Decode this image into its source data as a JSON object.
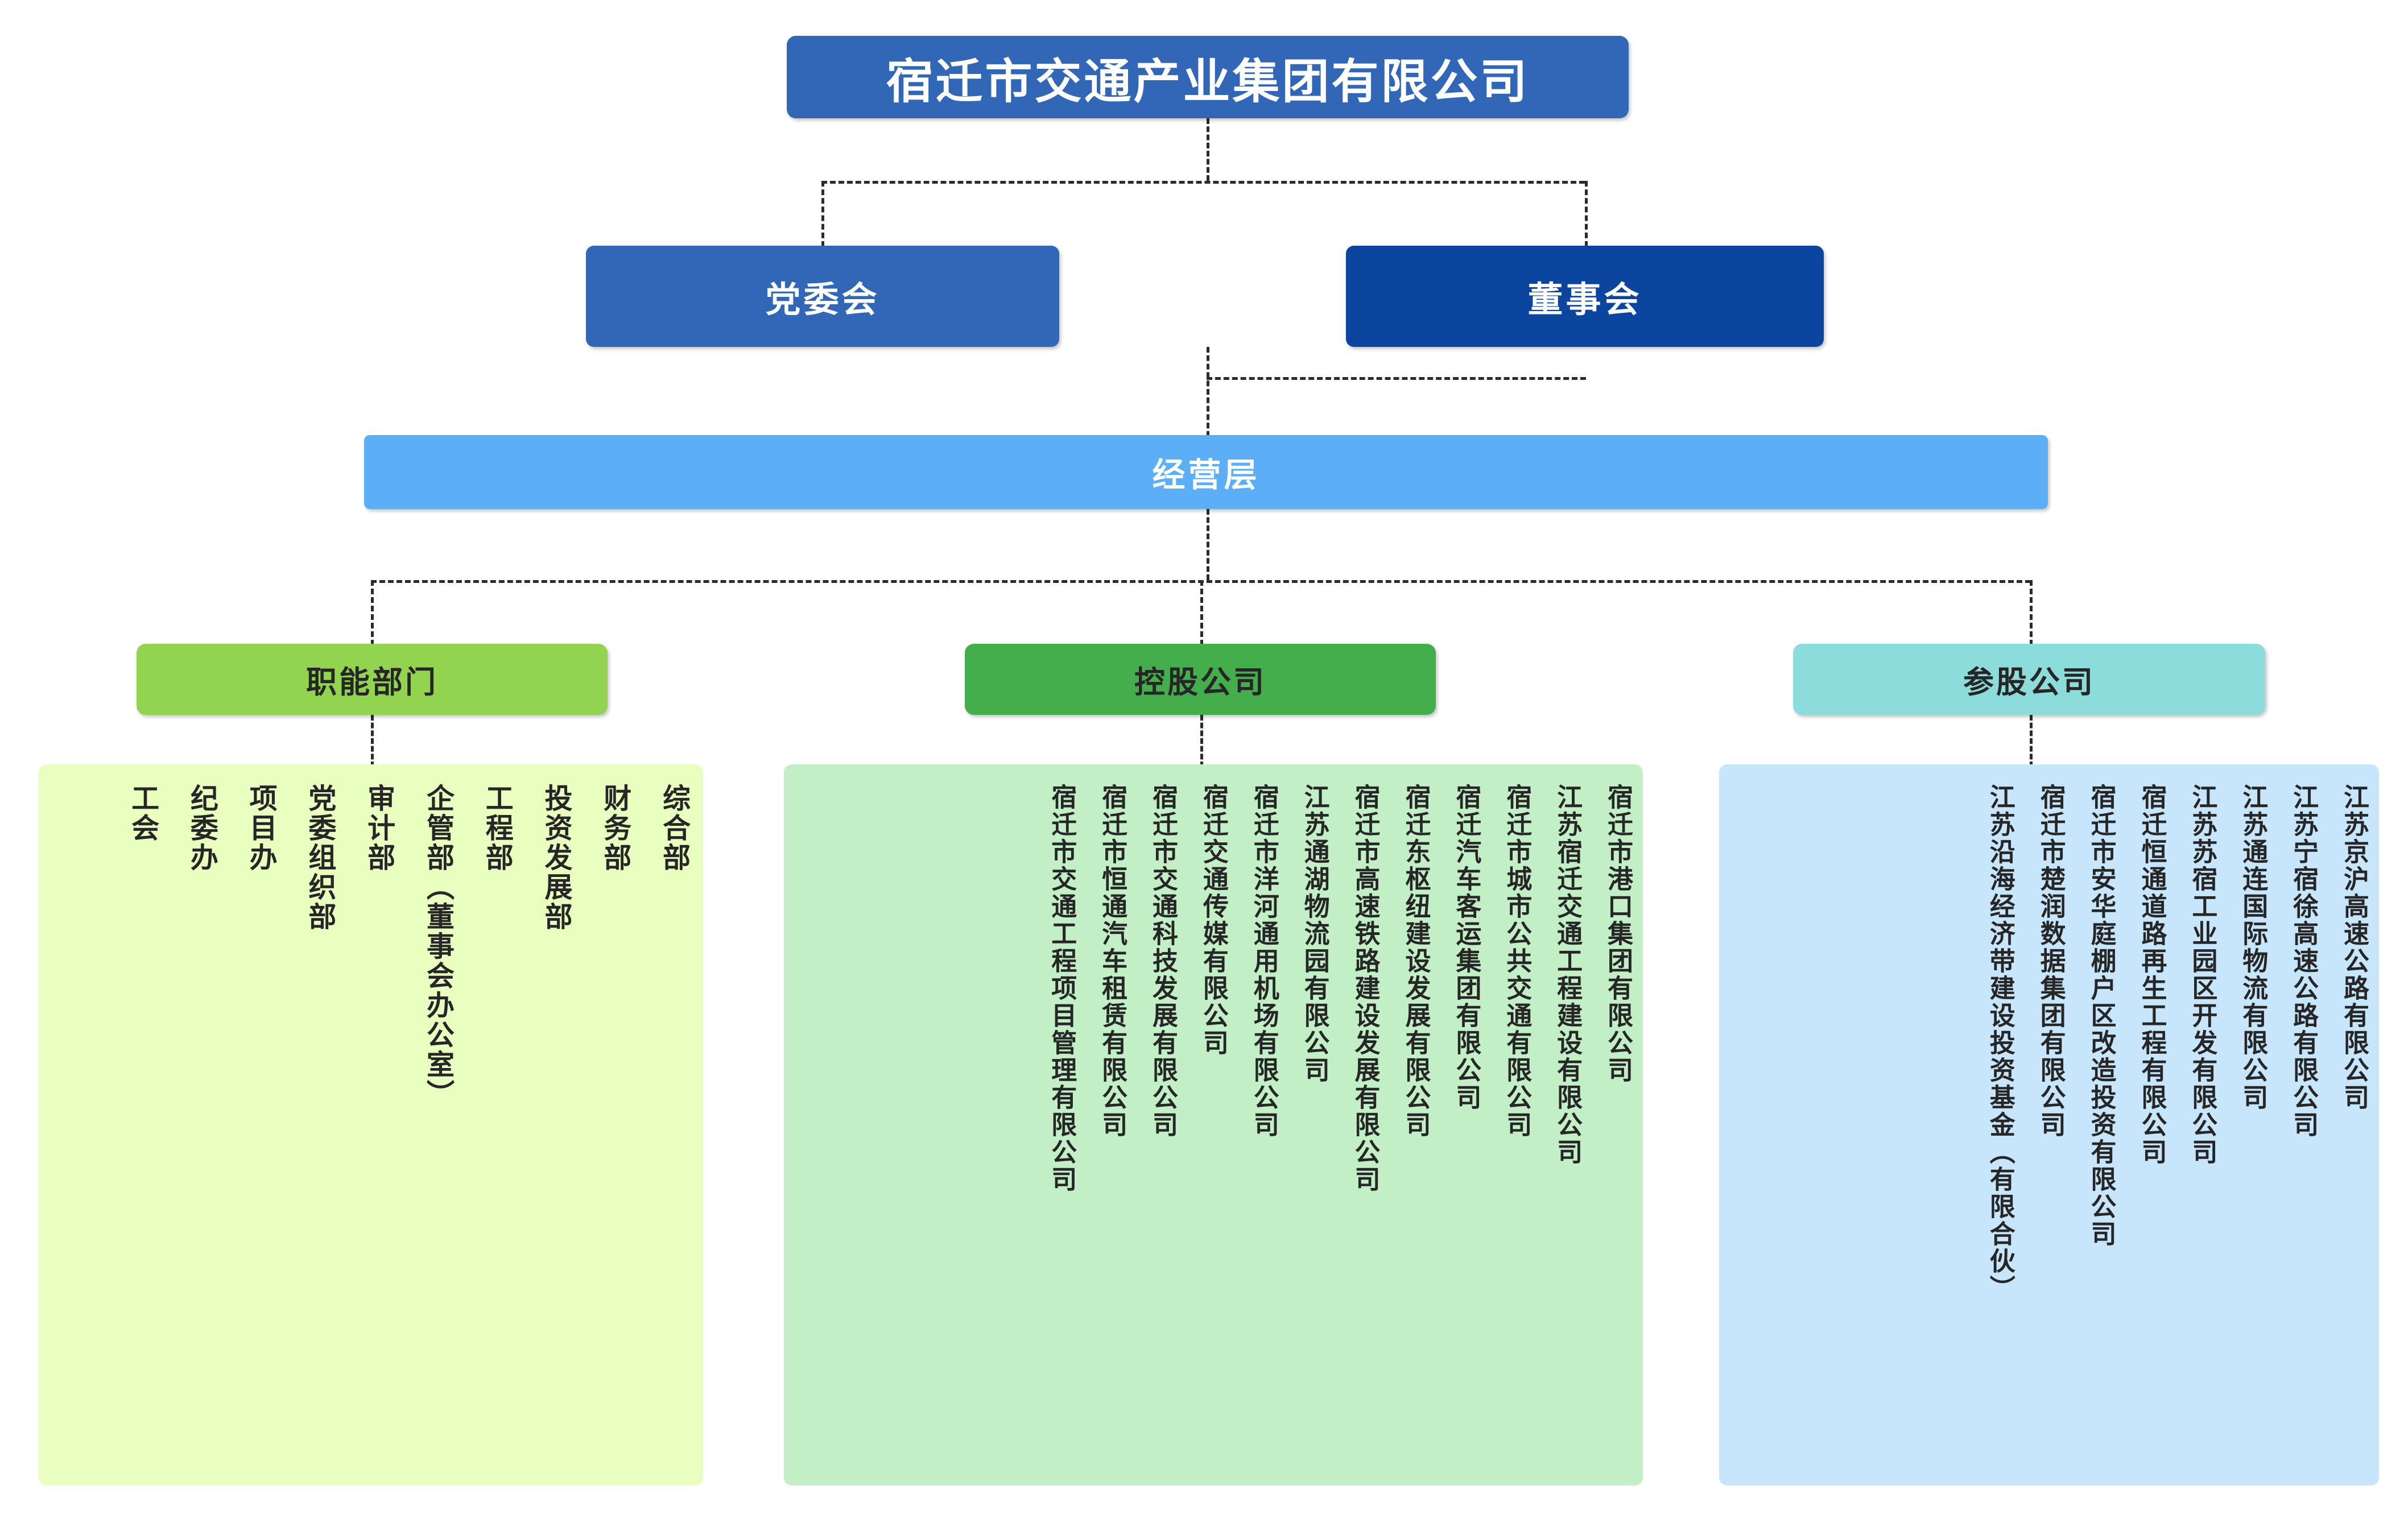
{
  "root": {
    "label": "宿迁市交通产业集团有限公司",
    "color": "#3267B8"
  },
  "level2": [
    {
      "label": "党委会",
      "color": "#3267B8"
    },
    {
      "label": "董事会",
      "color": "#0C45A0"
    }
  ],
  "management": {
    "label": "经营层",
    "color": "#5CAFF7"
  },
  "categories": [
    {
      "label": "职能部门",
      "header_color": "#92D450",
      "panel_color": "#E8FFC0",
      "items": [
        "综合部",
        "财务部",
        "投资发展部",
        "工程部",
        "企管部（董事会办公室）",
        "审计部",
        "党委组织部",
        "项目办",
        "纪委办",
        "工会"
      ]
    },
    {
      "label": "控股公司",
      "header_color": "#44AE4C",
      "panel_color": "#C3EFC6",
      "items": [
        "宿迁市港口集团有限公司",
        "江苏宿迁交通工程建设有限公司",
        "宿迁市城市公共交通有限公司",
        "宿迁汽车客运集团有限公司",
        "宿迁东枢纽建设发展有限公司",
        "宿迁市高速铁路建设发展有限公司",
        "江苏通湖物流园有限公司",
        "宿迁市洋河通用机场有限公司",
        "宿迁交通传媒有限公司",
        "宿迁市交通科技发展有限公司",
        "宿迁市恒通汽车租赁有限公司",
        "宿迁市交通工程项目管理有限公司"
      ]
    },
    {
      "label": "参股公司",
      "header_color": "#8CDCDC",
      "panel_color": "#C8E6FB",
      "items": [
        "江苏京沪高速公路有限公司",
        "江苏宁宿徐高速公路有限公司",
        "江苏通连国际物流有限公司",
        "江苏苏宿工业园区开发有限公司",
        "宿迁恒通道路再生工程有限公司",
        "宿迁市安华庭棚户区改造投资有限公司",
        "宿迁市楚润数据集团有限公司",
        "江苏沿海经济带建设投资基金（有限合伙）"
      ]
    }
  ],
  "connector": {
    "color": "#2b2b2b",
    "style": "dashed"
  }
}
